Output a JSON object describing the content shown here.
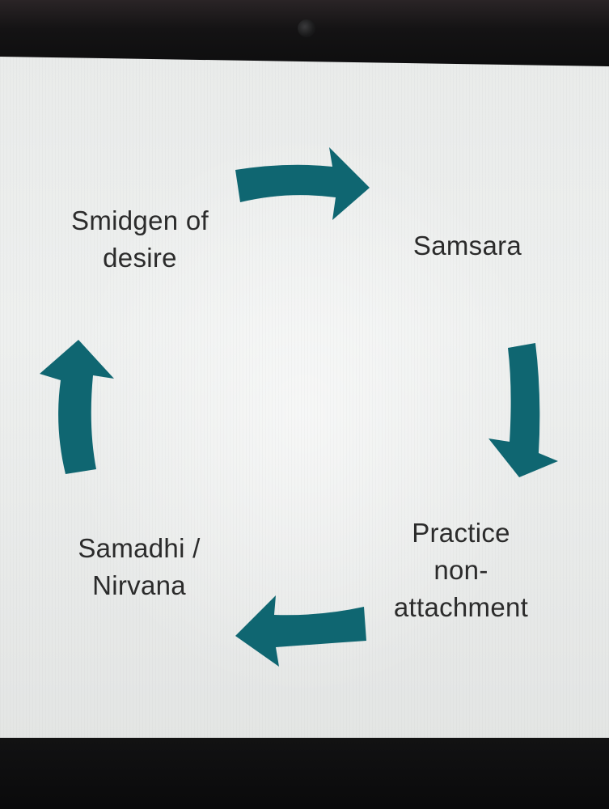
{
  "diagram": {
    "nodes": [
      {
        "id": "smidgen",
        "lines": [
          "Smidgen of",
          "desire"
        ]
      },
      {
        "id": "samsara",
        "lines": [
          "Samsara"
        ]
      },
      {
        "id": "practice",
        "lines": [
          "Practice",
          "non-",
          "attachment"
        ]
      },
      {
        "id": "samadhi",
        "lines": [
          "Samadhi /",
          "Nirvana"
        ]
      }
    ],
    "edges": [
      {
        "from": "smidgen",
        "to": "samsara"
      },
      {
        "from": "samsara",
        "to": "practice"
      },
      {
        "from": "practice",
        "to": "samadhi"
      },
      {
        "from": "samadhi",
        "to": "smidgen"
      }
    ],
    "arrow_color": "#0f6671",
    "text_color": "#2b2b2b",
    "background_color": "#ebedec"
  }
}
